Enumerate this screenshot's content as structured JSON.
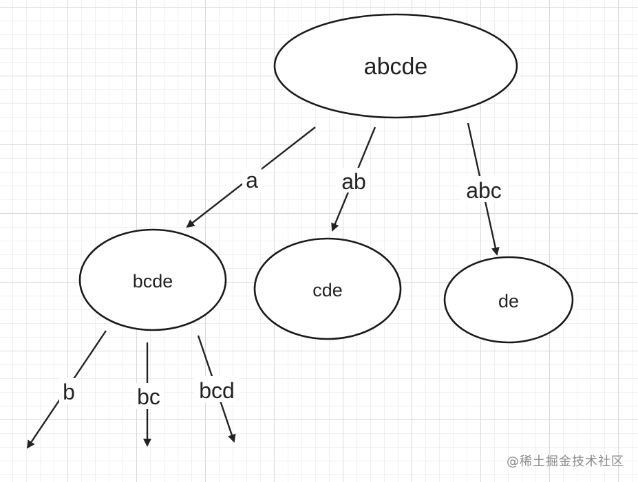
{
  "nodes": {
    "root": {
      "label": "abcde"
    },
    "bcde": {
      "label": "bcde"
    },
    "cde": {
      "label": "cde"
    },
    "de": {
      "label": "de"
    }
  },
  "edges": {
    "a": {
      "label": "a"
    },
    "ab": {
      "label": "ab"
    },
    "abc": {
      "label": "abc"
    },
    "b": {
      "label": "b"
    },
    "bc": {
      "label": "bc"
    },
    "bcd": {
      "label": "bcd"
    }
  },
  "watermark": {
    "text": "@稀土掘金技术社区"
  },
  "colors": {
    "line": "#222222",
    "grid": "#d9d9d9",
    "watermark": "#8a8a8a"
  }
}
